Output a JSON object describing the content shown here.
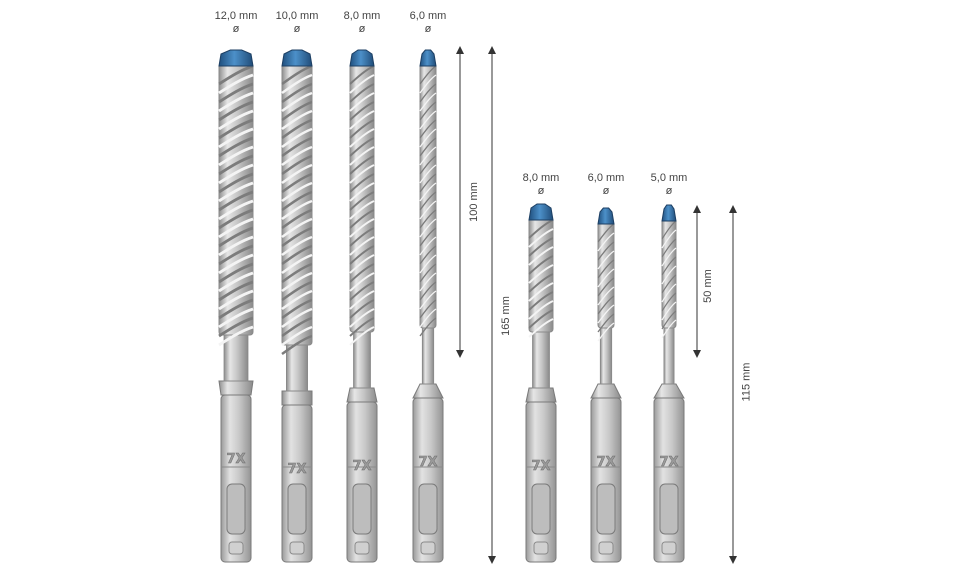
{
  "image": {
    "long_bits": [
      {
        "diameter": "12,0 mm",
        "symbol": "ø",
        "marking": "7X"
      },
      {
        "diameter": "10,0 mm",
        "symbol": "ø",
        "marking": "7X"
      },
      {
        "diameter": "8,0 mm",
        "symbol": "ø",
        "marking": "7X"
      },
      {
        "diameter": "6,0 mm",
        "symbol": "ø",
        "marking": "7X"
      }
    ],
    "short_bits": [
      {
        "diameter": "8,0 mm",
        "symbol": "ø",
        "marking": "7X"
      },
      {
        "diameter": "6,0 mm",
        "symbol": "ø",
        "marking": "7X"
      },
      {
        "diameter": "5,0 mm",
        "symbol": "ø",
        "marking": "7X"
      }
    ],
    "dimensions": {
      "long_working": "100 mm",
      "long_total": "165 mm",
      "short_working": "50 mm",
      "short_total": "115 mm"
    },
    "colors": {
      "steel_light": "#e4e4e4",
      "steel_mid": "#bdbdbd",
      "steel_dark": "#8a8a8a",
      "tip_blue": "#2f6fa6",
      "line": "#333333"
    }
  }
}
